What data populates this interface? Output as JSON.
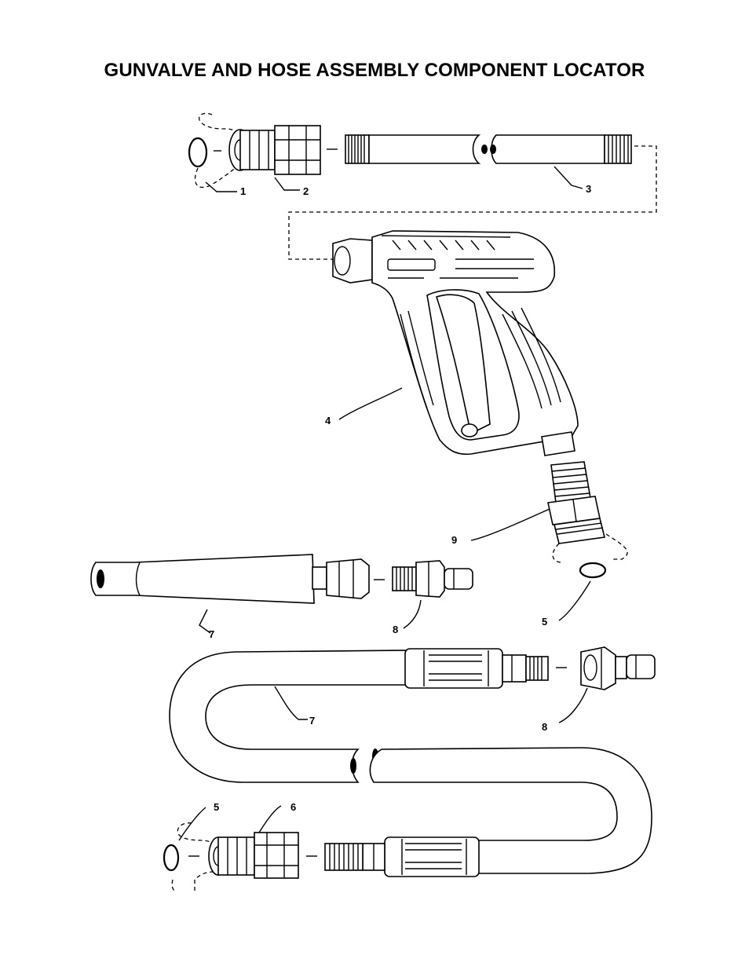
{
  "title": "GUNVALVE AND HOSE ASSEMBLY COMPONENT LOCATOR",
  "callouts": {
    "c1": "1",
    "c2": "2",
    "c3": "3",
    "c4": "4",
    "c9": "9",
    "c7a": "7",
    "c8a": "8",
    "c5a": "5",
    "c7b": "7",
    "c8b": "8",
    "c5b": "5",
    "c6": "6"
  }
}
